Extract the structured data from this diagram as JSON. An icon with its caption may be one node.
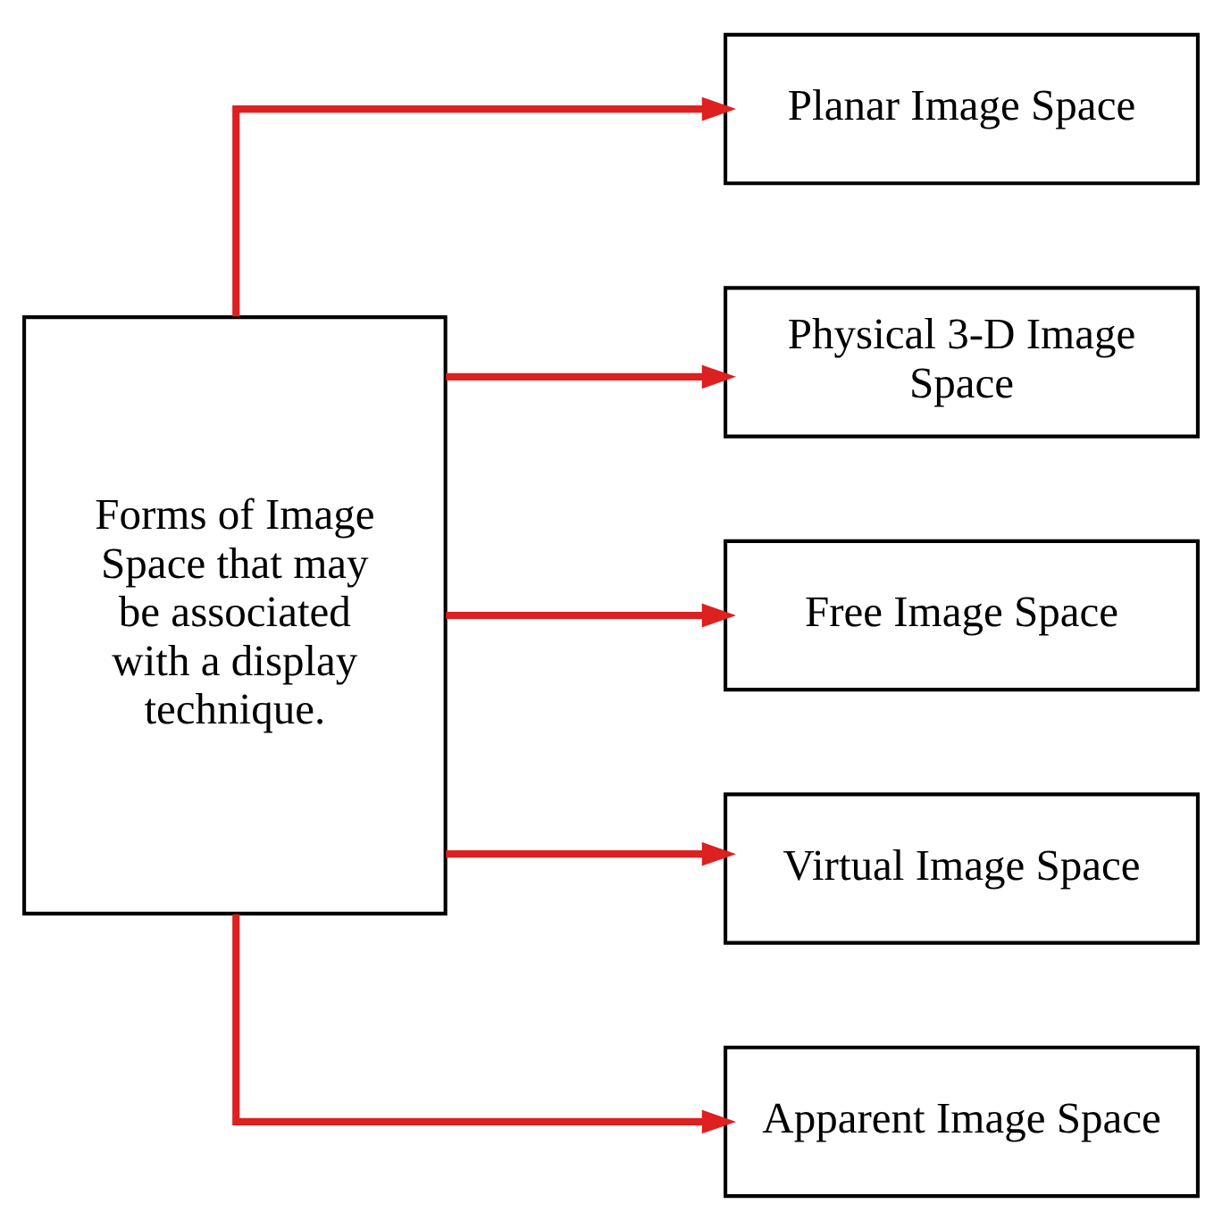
{
  "diagram": {
    "nodes": [
      {
        "text": [
          "Forms of Image Space that may be associated with a display technique."
        ]
      },
      {
        "text": [
          "Planar Image Space"
        ]
      },
      {
        "text": [
          "Physical 3-D Image Space"
        ]
      },
      {
        "text": [
          "Free Image Space"
        ]
      },
      {
        "text": [
          "Virtual Image Space"
        ]
      },
      {
        "text": [
          "Apparent Image Space"
        ]
      }
    ],
    "edges": [
      {
        "from": 0,
        "to": 1,
        "arrow": "to"
      },
      {
        "from": 0,
        "to": 2,
        "arrow": "to"
      },
      {
        "from": 0,
        "to": 3,
        "arrow": "to"
      },
      {
        "from": 0,
        "to": 4,
        "arrow": "to"
      },
      {
        "from": 0,
        "to": 5,
        "arrow": "to"
      }
    ]
  }
}
